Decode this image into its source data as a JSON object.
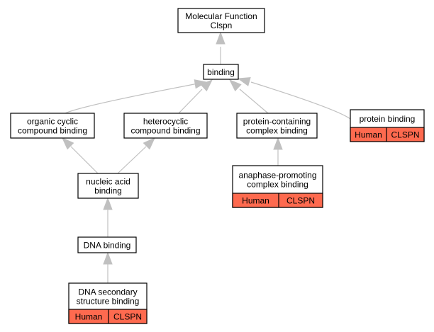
{
  "colors": {
    "annotation_fill": "#fe6a4f",
    "edge": "#c0c0c0",
    "node_border": "#000000",
    "node_fill": "#ffffff"
  },
  "nodes": [
    {
      "id": "molecular-function",
      "lines": [
        "Molecular Function",
        "Clspn"
      ]
    },
    {
      "id": "binding",
      "lines": [
        "binding"
      ]
    },
    {
      "id": "organic-cyclic-compound-binding",
      "lines": [
        "organic cyclic",
        "compound binding"
      ]
    },
    {
      "id": "heterocyclic-compound-binding",
      "lines": [
        "heterocyclic",
        "compound binding"
      ]
    },
    {
      "id": "protein-containing-complex-binding",
      "lines": [
        "protein-containing",
        "complex binding"
      ]
    },
    {
      "id": "protein-binding",
      "lines": [
        "protein binding"
      ],
      "annotation": [
        "Human",
        "CLSPN"
      ]
    },
    {
      "id": "anaphase-promoting-complex-binding",
      "lines": [
        "anaphase-promoting",
        "complex binding"
      ],
      "annotation": [
        "Human",
        "CLSPN"
      ]
    },
    {
      "id": "nucleic-acid-binding",
      "lines": [
        "nucleic acid",
        "binding"
      ]
    },
    {
      "id": "dna-binding",
      "lines": [
        "DNA binding"
      ]
    },
    {
      "id": "dna-secondary-structure-binding",
      "lines": [
        "DNA secondary",
        "structure binding"
      ],
      "annotation": [
        "Human",
        "CLSPN"
      ]
    }
  ],
  "edges": [
    {
      "from": "binding",
      "to": "molecular-function"
    },
    {
      "from": "organic-cyclic-compound-binding",
      "to": "binding"
    },
    {
      "from": "heterocyclic-compound-binding",
      "to": "binding"
    },
    {
      "from": "protein-containing-complex-binding",
      "to": "binding"
    },
    {
      "from": "protein-binding",
      "to": "binding"
    },
    {
      "from": "anaphase-promoting-complex-binding",
      "to": "protein-containing-complex-binding"
    },
    {
      "from": "nucleic-acid-binding",
      "to": "organic-cyclic-compound-binding"
    },
    {
      "from": "nucleic-acid-binding",
      "to": "heterocyclic-compound-binding"
    },
    {
      "from": "dna-binding",
      "to": "nucleic-acid-binding"
    },
    {
      "from": "dna-secondary-structure-binding",
      "to": "dna-binding"
    }
  ]
}
